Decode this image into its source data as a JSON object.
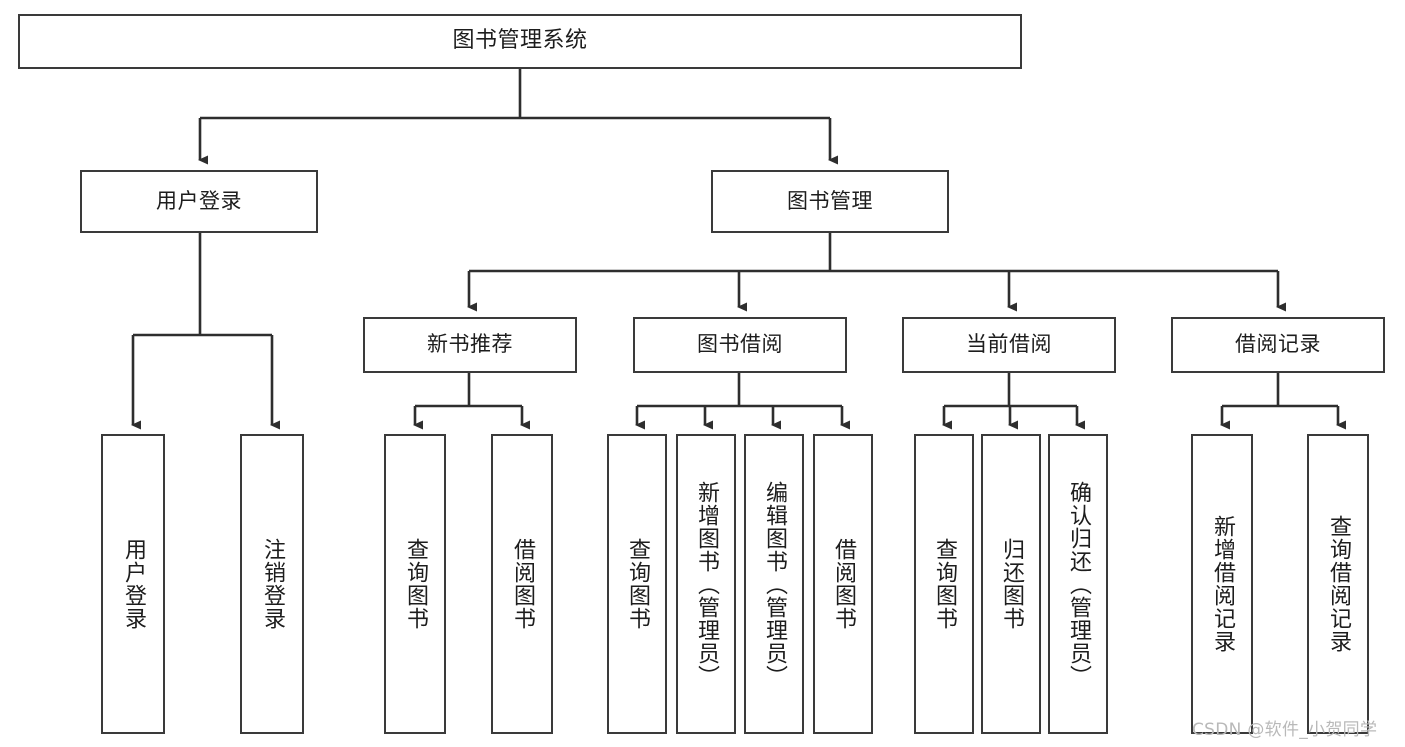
{
  "diagram": {
    "title": "图书管理系统",
    "type": "hierarchy-tree",
    "levels": 4,
    "root": {
      "label": "图书管理系统"
    },
    "level2": [
      {
        "label": "用户登录"
      },
      {
        "label": "图书管理"
      }
    ],
    "level3": [
      {
        "label": "新书推荐"
      },
      {
        "label": "图书借阅"
      },
      {
        "label": "当前借阅"
      },
      {
        "label": "借阅记录"
      }
    ],
    "leaves": {
      "user_login": [
        {
          "label": "用户登录"
        },
        {
          "label": "注销登录"
        }
      ],
      "new_book_recommend": [
        {
          "label": "查询图书"
        },
        {
          "label": "借阅图书"
        }
      ],
      "book_borrow": [
        {
          "label": "查询图书"
        },
        {
          "label": "新增图书（管理员）"
        },
        {
          "label": "编辑图书（管理员）"
        },
        {
          "label": "借阅图书"
        }
      ],
      "current_borrow": [
        {
          "label": "查询图书"
        },
        {
          "label": "归还图书"
        },
        {
          "label": "确认归还（管理员）"
        }
      ],
      "borrow_record": [
        {
          "label": "新增借阅记录"
        },
        {
          "label": "查询借阅记录"
        }
      ]
    }
  },
  "watermark": {
    "text": "CSDN @软件_小贺同学"
  },
  "colors": {
    "border": "#3a3a3a",
    "text": "#1d1d1d",
    "background": "#ffffff",
    "watermark": "#b9b9b9"
  }
}
